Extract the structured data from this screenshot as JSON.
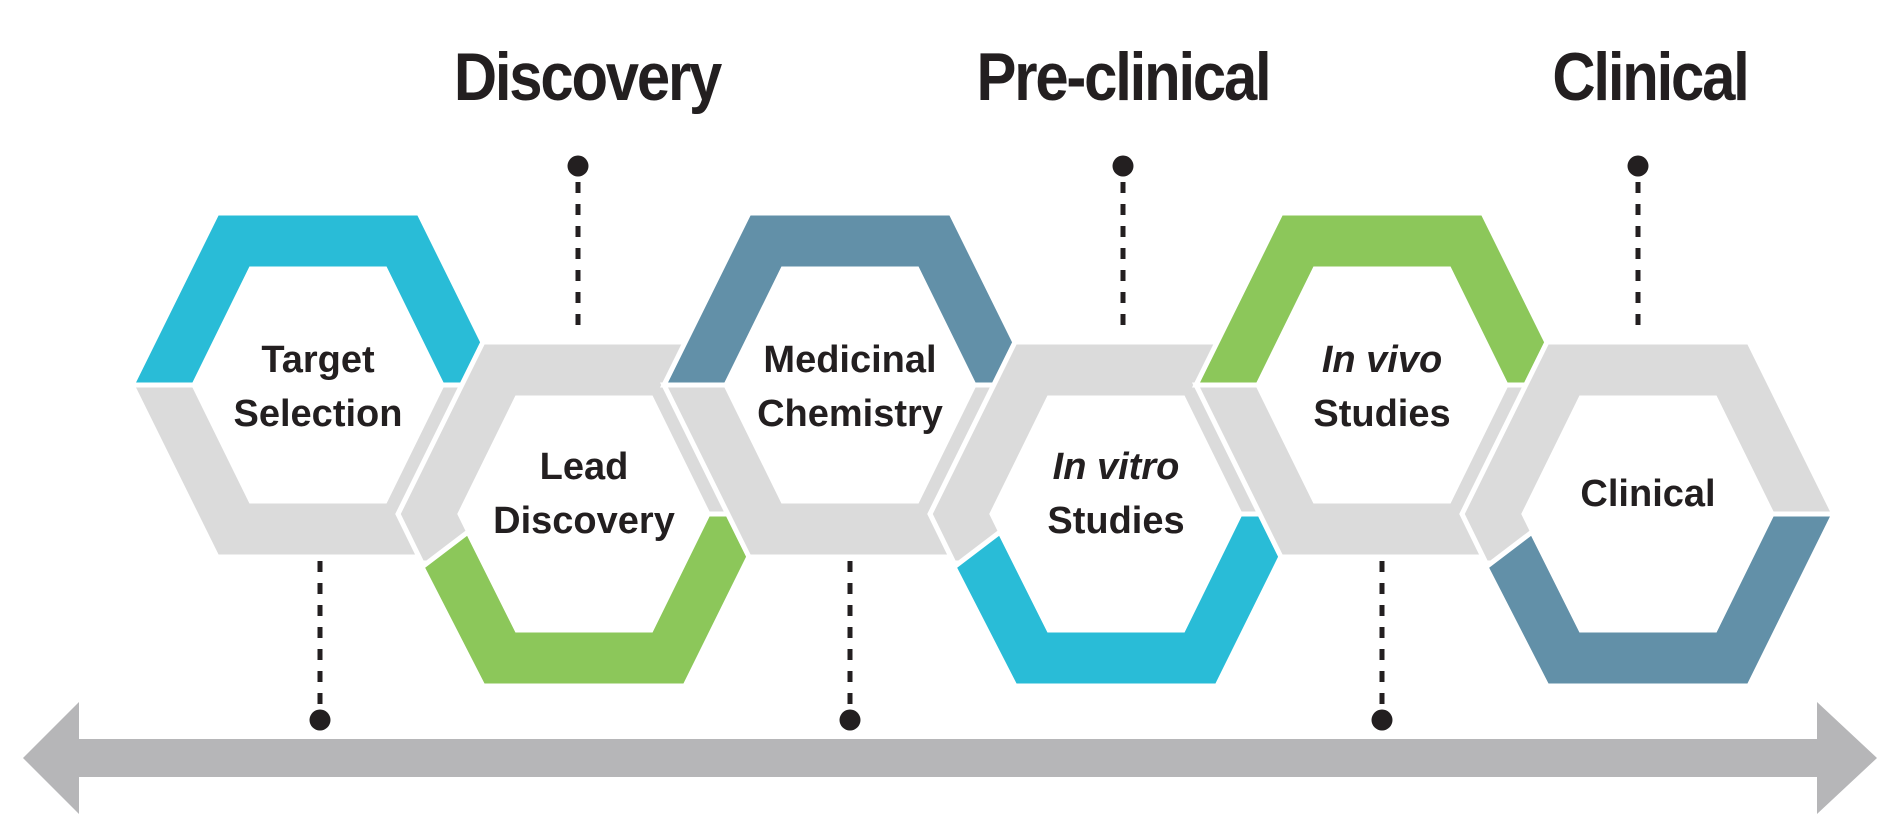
{
  "diagram": {
    "phases": [
      {
        "label": "Discovery"
      },
      {
        "label": "Pre-clinical"
      },
      {
        "label": "Clinical"
      }
    ],
    "stages": [
      {
        "line1": "Target",
        "line2": "Selection",
        "italic_line1": false,
        "accent": "cyan",
        "accent_half": "top"
      },
      {
        "line1": "Lead",
        "line2": "Discovery",
        "italic_line1": false,
        "accent": "green",
        "accent_half": "bottom"
      },
      {
        "line1": "Medicinal",
        "line2": "Chemistry",
        "italic_line1": false,
        "accent": "steel_blue",
        "accent_half": "top"
      },
      {
        "line1": "In vitro",
        "line2": "Studies",
        "italic_line1": true,
        "accent": "cyan",
        "accent_half": "bottom"
      },
      {
        "line1": "In vivo",
        "line2": "Studies",
        "italic_line1": true,
        "accent": "green",
        "accent_half": "top"
      },
      {
        "line1": "Clinical",
        "line2": "",
        "italic_line1": false,
        "accent": "steel_blue",
        "accent_half": "bottom"
      }
    ],
    "colors": {
      "cyan": "#29BCD7",
      "green": "#8CC75A",
      "steel_blue": "#6290A8",
      "hex_gray": "#DBDBDB",
      "arrow_gray": "#B6B6B8",
      "ink": "#231F20"
    }
  }
}
